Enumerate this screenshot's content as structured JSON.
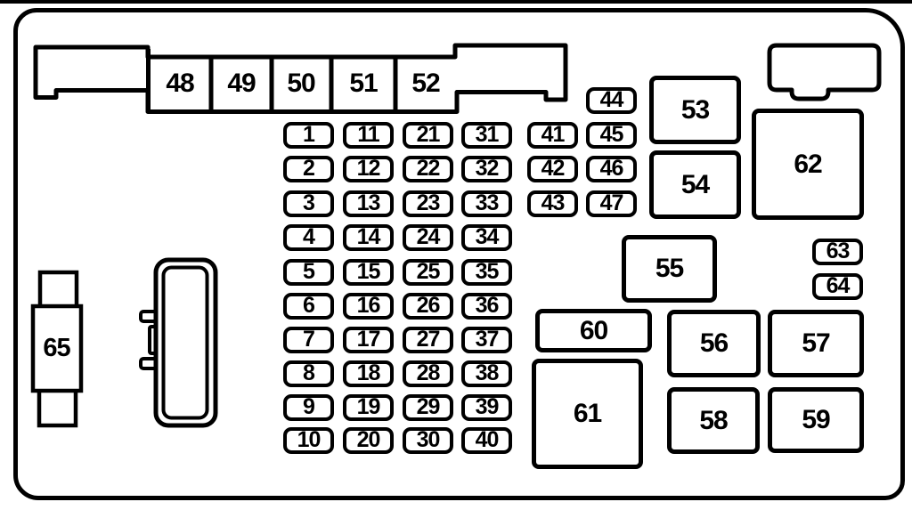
{
  "colors": {
    "line": "#000000",
    "background": "#ffffff"
  },
  "top_strip": {
    "cells": [
      "48",
      "49",
      "50",
      "51",
      "52"
    ]
  },
  "fuses": {
    "grid_columns": [
      [
        "1",
        "2",
        "3",
        "4",
        "5",
        "6",
        "7",
        "8",
        "9",
        "10"
      ],
      [
        "11",
        "12",
        "13",
        "14",
        "15",
        "16",
        "17",
        "18",
        "19",
        "20"
      ],
      [
        "21",
        "22",
        "23",
        "24",
        "25",
        "26",
        "27",
        "28",
        "29",
        "30"
      ],
      [
        "31",
        "32",
        "33",
        "34",
        "35",
        "36",
        "37",
        "38",
        "39",
        "40"
      ]
    ],
    "column_41_43": [
      "41",
      "42",
      "43"
    ],
    "column_44_47": [
      "44",
      "45",
      "46",
      "47"
    ],
    "right_pair": [
      "63",
      "64"
    ]
  },
  "relays": [
    "53",
    "54",
    "55",
    "56",
    "57",
    "58",
    "59",
    "60",
    "61",
    "62"
  ],
  "maxi_fuse": {
    "label": "65"
  }
}
